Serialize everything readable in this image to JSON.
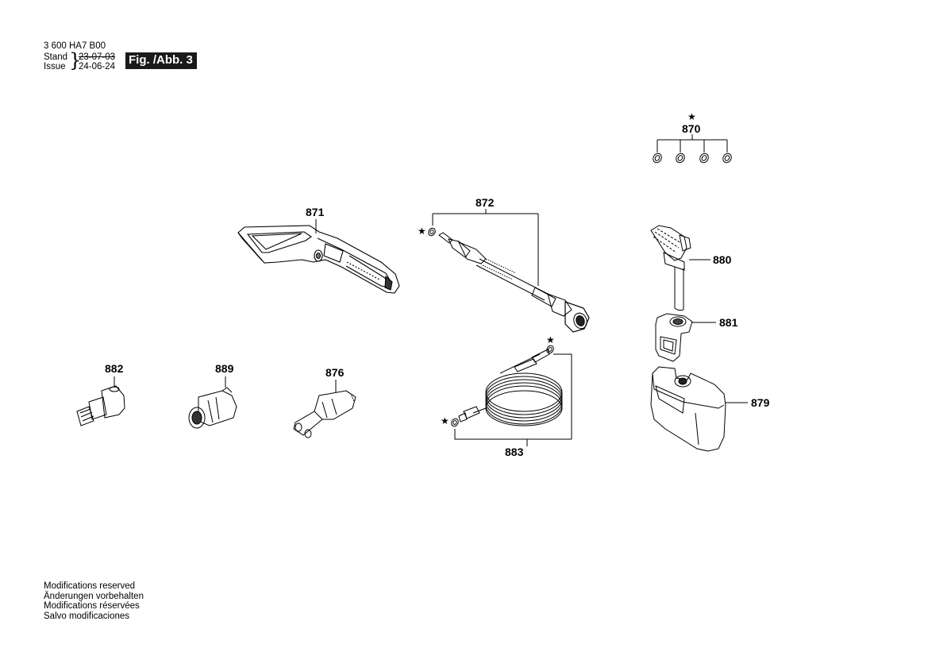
{
  "header": {
    "doc_number": "3 600 HA7 B00",
    "stand_label": "Stand",
    "issue_label": "Issue",
    "stand_date": "23-07-03",
    "issue_date": "24-06-24",
    "figure_label": "Fig. /Abb. 3"
  },
  "parts": [
    {
      "id": "870",
      "marker": "★"
    },
    {
      "id": "871"
    },
    {
      "id": "872",
      "marker": "★"
    },
    {
      "id": "880"
    },
    {
      "id": "881"
    },
    {
      "id": "879"
    },
    {
      "id": "882"
    },
    {
      "id": "889"
    },
    {
      "id": "876"
    },
    {
      "id": "883",
      "marker": "★"
    }
  ],
  "notes": [
    "Modifications reserved",
    "Änderungen vorbehalten",
    "Modifications réservées",
    "Salvo modificaciones"
  ]
}
